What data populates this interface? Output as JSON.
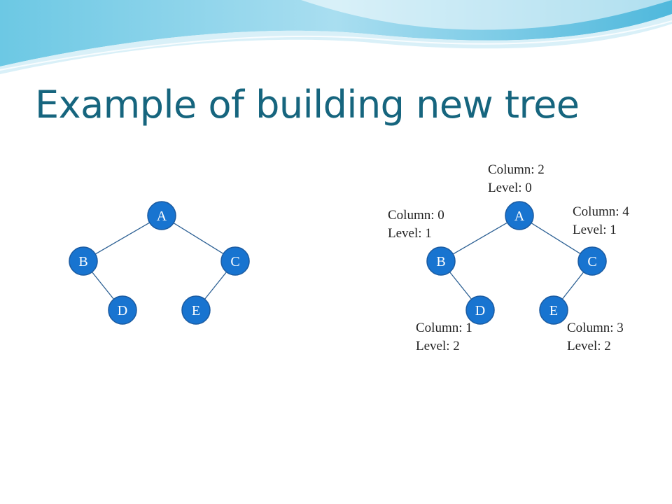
{
  "title": "Example of building new tree",
  "colors": {
    "title": "#16657e",
    "node_fill": "#1874d0",
    "edge": "#2b5f93",
    "wave_light": "#9fd9ec",
    "wave_dark": "#45b4d9"
  },
  "trees": [
    {
      "nodes": [
        {
          "id": "A",
          "label": "A"
        },
        {
          "id": "B",
          "label": "B"
        },
        {
          "id": "C",
          "label": "C"
        },
        {
          "id": "D",
          "label": "D"
        },
        {
          "id": "E",
          "label": "E"
        }
      ],
      "edges": [
        [
          "A",
          "B"
        ],
        [
          "A",
          "C"
        ],
        [
          "B",
          "D"
        ],
        [
          "C",
          "E"
        ]
      ]
    },
    {
      "nodes": [
        {
          "id": "A",
          "label": "A"
        },
        {
          "id": "B",
          "label": "B"
        },
        {
          "id": "C",
          "label": "C"
        },
        {
          "id": "D",
          "label": "D"
        },
        {
          "id": "E",
          "label": "E"
        }
      ],
      "edges": [
        [
          "A",
          "B"
        ],
        [
          "A",
          "C"
        ],
        [
          "B",
          "D"
        ],
        [
          "C",
          "E"
        ]
      ],
      "annotations": {
        "A": {
          "column": "Column: 2",
          "level": "Level: 0"
        },
        "B": {
          "column": "Column: 0",
          "level": "Level: 1"
        },
        "C": {
          "column": "Column: 4",
          "level": "Level: 1"
        },
        "D": {
          "column": "Column: 1",
          "level": "Level: 2"
        },
        "E": {
          "column": "Column: 3",
          "level": "Level: 2"
        }
      }
    }
  ]
}
